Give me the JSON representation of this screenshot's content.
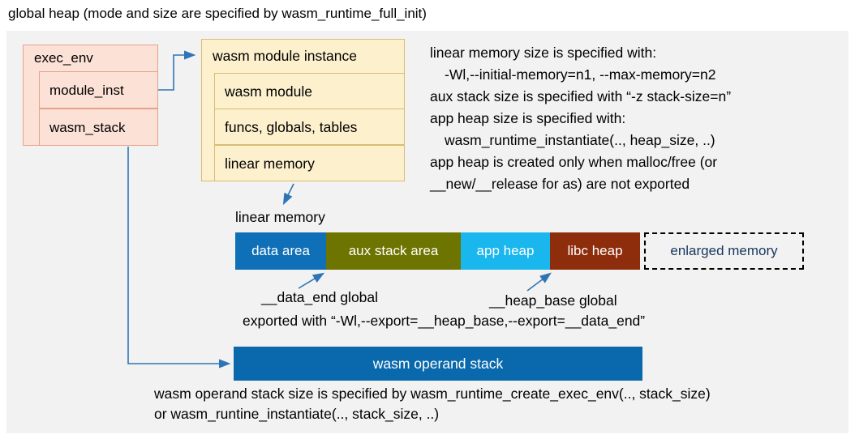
{
  "title": "global heap (mode and size are specified by wasm_runtime_full_init)",
  "colors": {
    "arrow": "#2e75b6",
    "panel_background": "#f2f2f2",
    "exec_env_fill": "#fce1d6",
    "module_instance_fill": "#fdf0cd",
    "operand_stack_fill": "#0a69ac"
  },
  "exec_env": {
    "title": "exec_env",
    "rows": [
      "module_inst",
      "wasm_stack"
    ]
  },
  "module_instance": {
    "title": "wasm module instance",
    "rows": [
      "wasm module",
      "funcs, globals, tables",
      "linear memory"
    ]
  },
  "notes": {
    "lines": [
      "linear memory size is specified with:",
      "-Wl,--initial-memory=n1, --max-memory=n2",
      "aux stack size is specified with “-z stack-size=n”",
      "app heap size is specified with:",
      "wasm_runtime_instantiate(.., heap_size, ..)",
      "app heap is created only when malloc/free (or",
      "__new/__release for as) are not exported"
    ]
  },
  "memory_bar": {
    "caption": "linear memory",
    "segments": [
      {
        "label": "data area",
        "color": "#0f70b7",
        "text_color": "#ffffff"
      },
      {
        "label": "aux stack area",
        "color": "#6e7400",
        "text_color": "#ffffff"
      },
      {
        "label": "app heap",
        "color": "#1ab7ee",
        "text_color": "#ffffff"
      },
      {
        "label": "libc heap",
        "color": "#8e2d0c",
        "text_color": "#ffffff"
      },
      {
        "label": "enlarged memory",
        "color": "transparent",
        "text_color": "#17365d"
      }
    ],
    "data_end_label": "__data_end global",
    "heap_base_label": "__heap_base global",
    "export_note": "exported with “-Wl,--export=__heap_base,--export=__data_end”"
  },
  "operand_stack": {
    "label": "wasm operand stack",
    "notes": [
      "wasm operand stack size is specified by wasm_runtime_create_exec_env(.., stack_size)",
      "or wasm_runtine_instantiate(.., stack_size, ..)"
    ]
  }
}
